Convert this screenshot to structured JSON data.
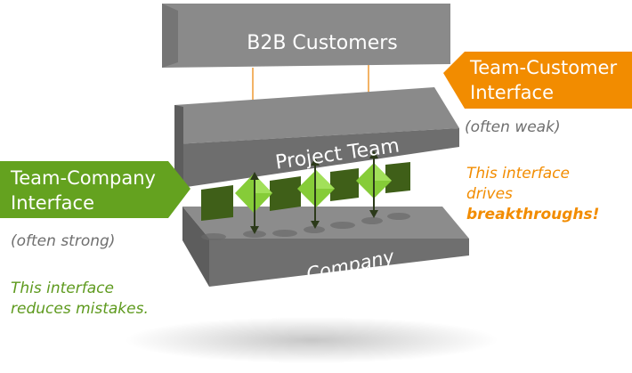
{
  "layers": {
    "top": "B2B Customers",
    "middle": "Project Team",
    "bottom": "Company"
  },
  "customer_interface": {
    "label_line1": "Team-Customer",
    "label_line2": "Interface",
    "strength": "(often weak)",
    "note_line1": "This interface",
    "note_line2": "drives",
    "note_emphasis": "breakthroughs!"
  },
  "company_interface": {
    "label_line1": "Team-Company",
    "label_line2": "Interface",
    "strength": "(often strong)",
    "note_line1": "This interface",
    "note_line2": "reduces mistakes."
  },
  "colors": {
    "layer_top": "#8a8a8a",
    "layer_front": "#6e6e6e",
    "orange_accent": "#f28c00",
    "green_accent": "#64a21f",
    "dark_square": "#3f5f18",
    "diamond": "#8cd23c"
  }
}
